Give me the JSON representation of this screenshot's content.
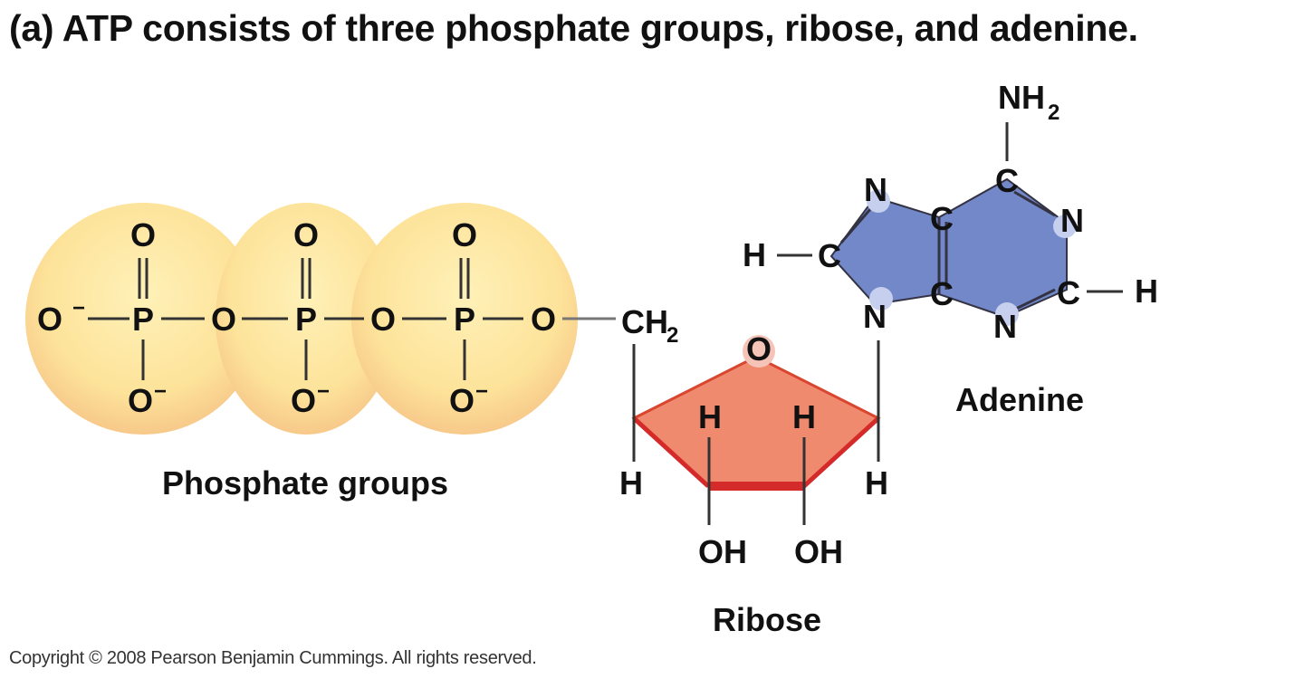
{
  "title": "(a) ATP consists of three phosphate groups, ribose, and adenine.",
  "copyright": "Copyright © 2008 Pearson Benjamin Cummings. All rights reserved.",
  "colors": {
    "phosphate_fill": "#fce49a",
    "ribose_fill": "#f08a6e",
    "ribose_edge": "#d42a2a",
    "adenine_fill": "#7388c8",
    "adenine_node": "#c7cfee"
  },
  "phosphate": {
    "label": "Phosphate groups",
    "groups": [
      {
        "top": "O",
        "center": "P",
        "bottom": "O",
        "bottom_charge": "−"
      },
      {
        "top": "O",
        "center": "P",
        "bottom": "O",
        "bottom_charge": "−"
      },
      {
        "top": "O",
        "center": "P",
        "bottom": "O",
        "bottom_charge": "−"
      }
    ],
    "chain": {
      "start": "O",
      "start_charge": "−",
      "bridge1": "O",
      "bridge2": "O",
      "end": "O"
    }
  },
  "ribose": {
    "label": "Ribose",
    "ch2": "CH",
    "ch2_sub": "2",
    "ring_o": "O",
    "h_left": "H",
    "h_right": "H",
    "h_inner_left": "H",
    "h_inner_right": "H",
    "oh_left": "OH",
    "oh_right": "OH"
  },
  "adenine": {
    "label": "Adenine",
    "nh2": "NH",
    "nh2_sub": "2",
    "atoms": {
      "c_top": "C",
      "n_top_left": "N",
      "c_mid_top": "C",
      "n_right": "N",
      "c_left": "C",
      "h_left": "H",
      "c_mid_bottom": "C",
      "c_right": "C",
      "h_right": "H",
      "n_bottom_left": "N",
      "n_bottom": "N"
    }
  }
}
